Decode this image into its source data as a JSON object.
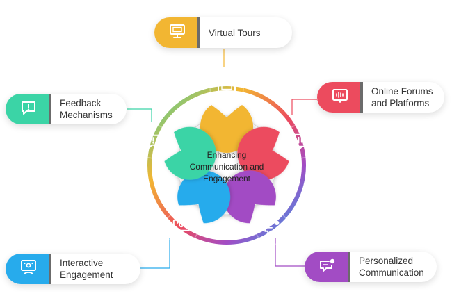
{
  "center": {
    "title": "Enhancing\nCommunication and\nEngagement"
  },
  "colors": {
    "yellow": "#F2B632",
    "red": "#EC4B5E",
    "purple": "#A24CC4",
    "blue": "#27ABEC",
    "green": "#3BD4A6"
  },
  "items": [
    {
      "label": "Virtual Tours",
      "icon": "monitor-icon",
      "color": "#F2B632"
    },
    {
      "label": "Online Forums\nand Platforms",
      "icon": "audio-monitor-icon",
      "color": "#EC4B5E"
    },
    {
      "label": "Personalized\nCommunication",
      "icon": "chat-notification-icon",
      "color": "#A24CC4"
    },
    {
      "label": "Interactive\nEngagement",
      "icon": "interactive-screen-icon",
      "color": "#27ABEC"
    },
    {
      "label": "Feedback\nMechanisms",
      "icon": "feedback-message-icon",
      "color": "#3BD4A6"
    }
  ]
}
